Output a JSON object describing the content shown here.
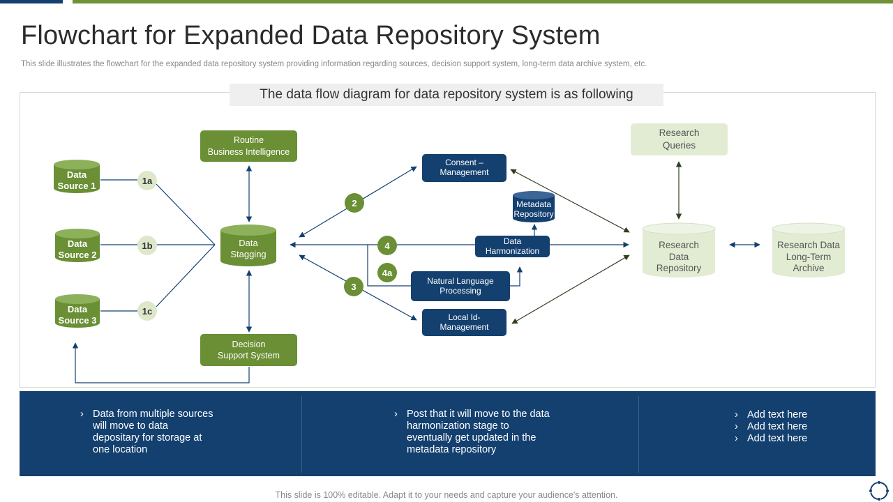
{
  "header": {
    "title": "Flowchart for Expanded Data Repository System",
    "subtitle": "This slide illustrates the flowchart for the expanded data repository system providing information regarding sources, decision support system, long-term data archive system, etc."
  },
  "diagram": {
    "heading": "The data flow diagram for data repository system is as following",
    "sources": [
      {
        "line1": "Data",
        "line2": "Source 1",
        "badge": "1a"
      },
      {
        "line1": "Data",
        "line2": "Source 2",
        "badge": "1b"
      },
      {
        "line1": "Data",
        "line2": "Source 3",
        "badge": "1c"
      }
    ],
    "staging": {
      "line1": "Data",
      "line2": "Stagging"
    },
    "routine_bi": {
      "line1": "Routine",
      "line2": "Business Intelligence"
    },
    "decision_support": {
      "line1": "Decision",
      "line2": "Support System"
    },
    "consent": {
      "line1": "Consent –",
      "line2": "Management"
    },
    "metadata_repo": {
      "line1": "Metadata",
      "line2": "Repository"
    },
    "harmonization": {
      "line1": "Data",
      "line2": "Harmonization"
    },
    "nlp": {
      "line1": "Natural Language",
      "line2": "Processing"
    },
    "local_id": {
      "line1": "Local Id-",
      "line2": "Management"
    },
    "research_queries": {
      "line1": "Research",
      "line2": "Queries"
    },
    "research_repo": {
      "line1": "Research",
      "line2": "Data",
      "line3": "Repository"
    },
    "archive": {
      "line1": "Research Data",
      "line2": "Long-Term",
      "line3": "Archive"
    },
    "step_badges": {
      "b2": "2",
      "b3": "3",
      "b4": "4",
      "b4a": "4a"
    }
  },
  "notes": [
    {
      "bullet": "›",
      "lines": [
        "Data from multiple sources",
        "will move to data",
        "depositary for storage at",
        "one location"
      ]
    },
    {
      "bullet": "›",
      "lines": [
        "Post that it will move to the data",
        "harmonization stage to",
        "eventually get updated in the",
        "metadata repository"
      ]
    },
    {
      "bullet": "›",
      "lines": [
        "Add text here",
        "Add text here",
        "Add text here"
      ]
    }
  ],
  "footer": "This slide is 100% editable. Adapt it to your needs and capture your audience's attention.",
  "colors": {
    "navy": "#14406f",
    "green": "#6a8f34",
    "pale_green": "#e2ecd3",
    "accent_bar": "#6f9236"
  },
  "icons": {
    "corner": "circular-refresh-icon"
  }
}
